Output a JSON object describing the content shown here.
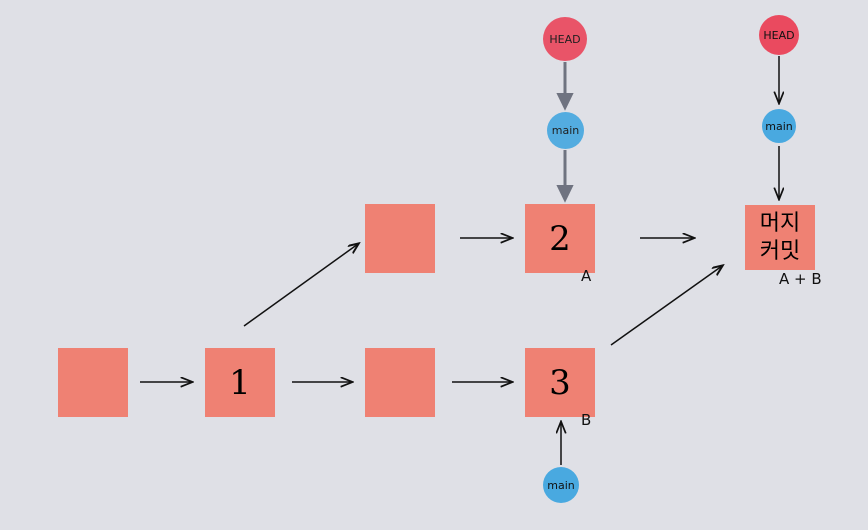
{
  "diagram": {
    "title": "git merge commit diagram",
    "background_color": "#dfe0e6",
    "commit_color": "#ef8173",
    "head_color": "#ea4a5f",
    "branch_color": "#49a9e0",
    "arrow_color": "#111111"
  },
  "commits": {
    "base": {
      "label": "",
      "corner": ""
    },
    "one": {
      "label": "1",
      "corner": ""
    },
    "mid_bottom": {
      "label": "",
      "corner": ""
    },
    "three": {
      "label": "3",
      "corner": "B"
    },
    "mid_top": {
      "label": "",
      "corner": ""
    },
    "two": {
      "label": "2",
      "corner": "A"
    },
    "merge": {
      "line1": "머지",
      "line2": "커밋",
      "corner": "A + B"
    }
  },
  "refs": {
    "head_middle": "HEAD",
    "main_middle": "main",
    "head_right": "HEAD",
    "main_right": "main",
    "main_bottom": "main"
  }
}
